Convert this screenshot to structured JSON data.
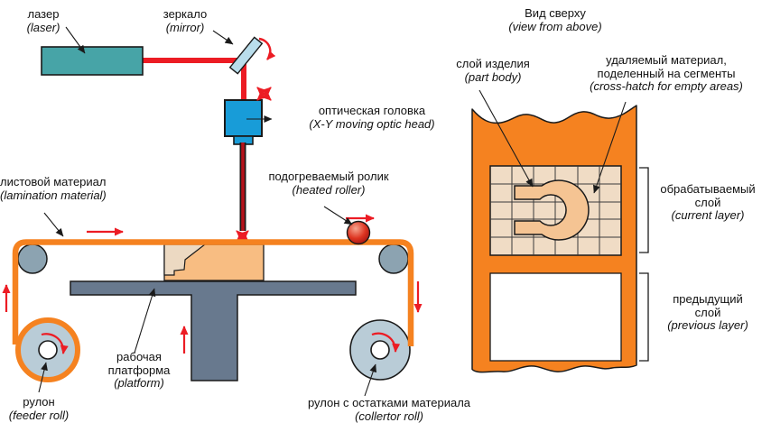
{
  "diagram_type": "LOM (laminated object manufacturing) process scheme, bilingual Russian/English",
  "colors": {
    "background": "#ffffff",
    "laser_body": "#47a4a7",
    "optic_head": "#189cd8",
    "mirror": "#b9ddeb",
    "beam": "#ec1c24",
    "beam_dark": "#b5121b",
    "sheet": "#f58220",
    "roller": "#8ca3b1",
    "roll_disc": "#b9ccd7",
    "platform": "#68798e",
    "part_block": "#f8bd82",
    "part_block_cut": "#ecd9c2",
    "grid_cell": "#f0dcc5",
    "part_shape": "#f5c493",
    "outline": "#1a1a1a"
  },
  "labels": {
    "laser": {
      "ru": "лазер",
      "en": "(laser)"
    },
    "mirror": {
      "ru": "зеркало",
      "en": "(mirror)"
    },
    "optic_head": {
      "ru": "оптическая головка",
      "en": "(X-Y moving optic head)"
    },
    "heated_roller": {
      "ru": "подогреваемый ролик",
      "en": "(heated roller)"
    },
    "lamination_material": {
      "ru": "листовой материал",
      "en": "(lamination material)"
    },
    "platform": {
      "ru1": "рабочая",
      "ru2": "платформа",
      "en": "(platform)"
    },
    "feeder_roll": {
      "ru": "рулон",
      "en": "(feeder roll)"
    },
    "collector_roll": {
      "ru": "рулон с остатками материала",
      "en": "(collertor roll)"
    },
    "view_from_above": {
      "ru": "Вид сверху",
      "en": "(view from above)"
    },
    "part_body": {
      "ru": "слой изделия",
      "en": "(part body)"
    },
    "segmented_material": {
      "ru1": "удаляемый материал,",
      "ru2": "поделенный на сегменты",
      "en": "(cross-hatch for empty areas)"
    },
    "current_layer": {
      "ru1": "обрабатываемый",
      "ru2": "слой",
      "en": "(current layer)"
    },
    "previous_layer": {
      "ru1": "предыдущий",
      "ru2": "слой",
      "en": "(previous layer)"
    }
  }
}
